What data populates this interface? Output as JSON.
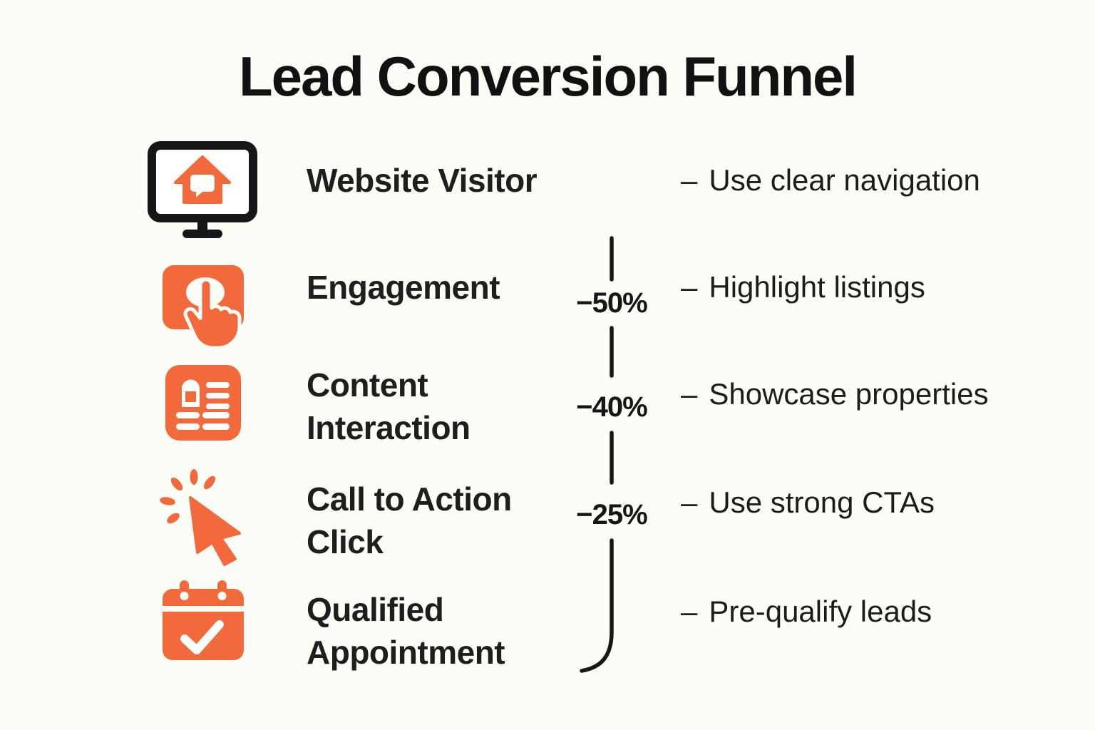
{
  "title": "Lead Conversion Funnel",
  "colors": {
    "accent": "#F2693C",
    "ink": "#161616",
    "background": "#FDFDF8"
  },
  "stages": [
    {
      "label": "Website Visitor",
      "icon": "monitor-house-icon",
      "tip_dash": "–",
      "tip": "Use clear navigation"
    },
    {
      "label": "Engagement",
      "icon": "button-click-icon",
      "tip_dash": "–",
      "tip": "Highlight listings",
      "drop": "−50%"
    },
    {
      "label": "Content\nInteraction",
      "icon": "content-card-icon",
      "tip_dash": "–",
      "tip": "Showcase properties",
      "drop": "−40%"
    },
    {
      "label": "Call to Action\nClick",
      "icon": "cursor-click-icon",
      "tip_dash": "–",
      "tip": "Use strong CTAs",
      "drop": "−25%"
    },
    {
      "label": "Qualified\nAppointment",
      "icon": "calendar-check-icon",
      "tip_dash": "–",
      "tip": "Pre-qualify leads"
    }
  ]
}
